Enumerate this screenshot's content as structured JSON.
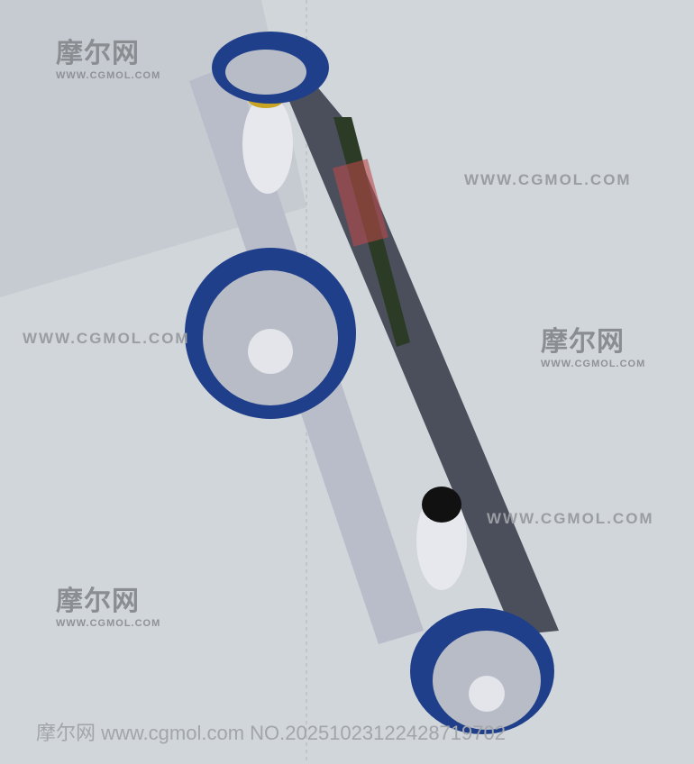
{
  "watermarks": {
    "brand_cn": "摩尔网",
    "brand_sub": "WWW.CGMOL.COM",
    "url_caps": "WWW.CGMOL.COM"
  },
  "footer": {
    "text": "摩尔网 www.cgmol.com NO.20251023122428719702"
  },
  "colors": {
    "background": "#d1d6db",
    "plate": "#4b4f5c",
    "wheel": "#1f3f8a",
    "hub": "#b8bcc6",
    "pcb": "#2a3a22"
  }
}
